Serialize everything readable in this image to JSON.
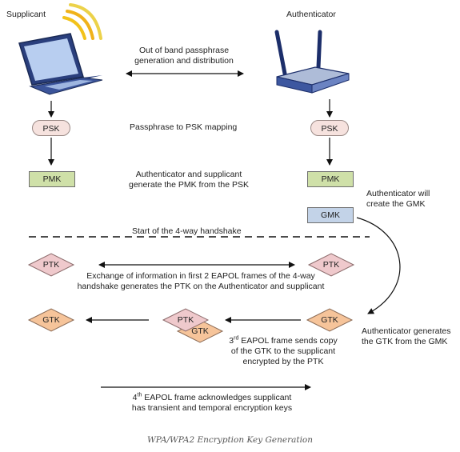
{
  "actors": {
    "supplicant": "Supplicant",
    "authenticator": "Authenticator"
  },
  "notes": {
    "oob": [
      "Out of band passphrase",
      "generation and distribution"
    ],
    "psk_map": "Passphrase to PSK mapping",
    "pmk_gen": [
      "Authenticator and supplicant",
      "generate the PMK from the PSK"
    ],
    "gmk_create": [
      "Authenticator will",
      "create the GMK"
    ],
    "handshake_start": "Start of the 4-way handshake",
    "ptk_exchange": [
      "Exchange of information in first 2 EAPOL frames of the 4-way",
      "handshake generates the PTK on the Authenticator and supplicant"
    ],
    "gtk_gen": [
      "Authenticator generates",
      "the GTK from the GMK"
    ],
    "eapol3_num": "3",
    "eapol3_sup": "rd",
    "eapol3_rest": " EAPOL frame sends copy",
    "eapol3_lines": [
      "of the GTK to the supplicant",
      "encrypted by the PTK"
    ],
    "eapol4_num": "4",
    "eapol4_sup": "th",
    "eapol4_rest": " EAPOL frame acknowledges supplicant",
    "eapol4_line2": "has transient and temporal encryption keys"
  },
  "keys": {
    "psk": "PSK",
    "pmk": "PMK",
    "gmk": "GMK",
    "ptk": "PTK",
    "gtk": "GTK"
  },
  "caption": "WPA/WPA2 Encryption Key Generation",
  "colors": {
    "psk_fill": "#f6e2de",
    "pmk_fill": "#cfe0a8",
    "gmk_fill": "#c3d3e8",
    "ptk_fill": "#efc9cc",
    "gtk_fill": "#f6c49a",
    "arrow": "#111111"
  }
}
